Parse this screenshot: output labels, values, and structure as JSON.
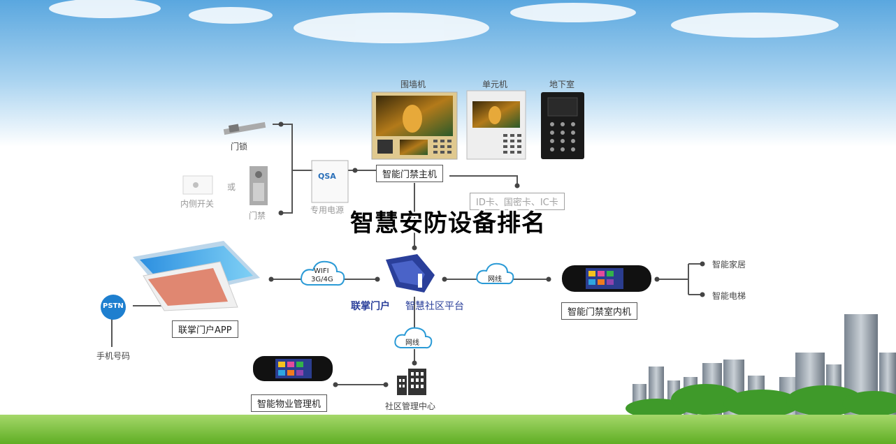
{
  "title": "智慧安防设备排名",
  "labels": {
    "wall_unit": "围墙机",
    "unit_machine": "单元机",
    "basement": "地下室",
    "door_lock": "门锁",
    "or": "或",
    "indoor_open": "内侧开关",
    "door_access": "门禁",
    "power": "专用电源",
    "psu_logo": "QSA",
    "main_host": "智能门禁主机",
    "cards": "ID卡、国密卡、IC卡",
    "wifi": "WIFI",
    "wifi_sub": "3G/4G",
    "network1": "网线",
    "network2": "网线",
    "platform_brand": "联掌门户",
    "platform_name": "智慧社区平台",
    "smart_home": "智能家居",
    "smart_elevator": "智能电梯",
    "indoor_unit": "智能门禁室内机",
    "app": "联掌门户APP",
    "pstn": "PSTN",
    "phone_number": "手机号码",
    "property_unit": "智能物业管理机",
    "mgmt_center": "社区管理中心"
  },
  "colors": {
    "sky_top": "#5aa7df",
    "grass": "#7cc23a",
    "pstn": "#1e7fcf",
    "brand_blue": "#2a3f9a"
  }
}
